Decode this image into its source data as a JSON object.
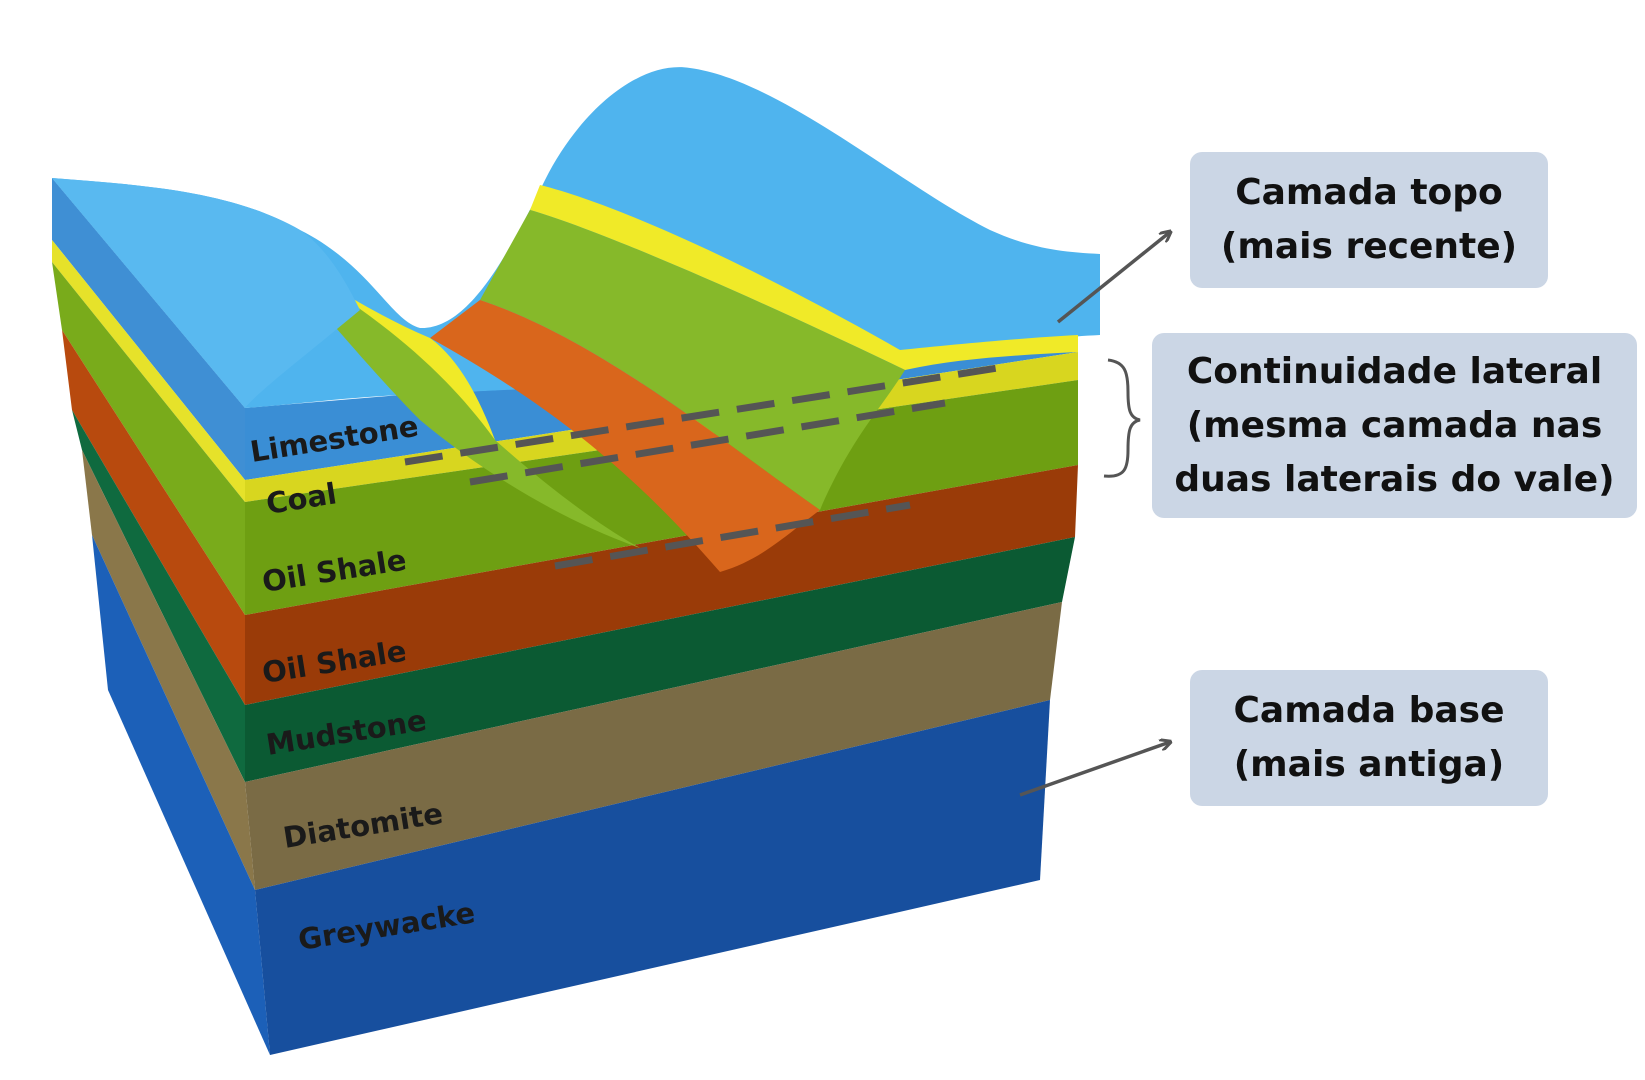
{
  "layers": [
    {
      "id": "limestone",
      "label": "Limestone",
      "color": "#4aa6e8"
    },
    {
      "id": "coal",
      "label": "Coal",
      "color": "#e6e22a"
    },
    {
      "id": "oil-shale-1",
      "label": "Oil Shale",
      "color": "#7aae1a"
    },
    {
      "id": "oil-shale-2",
      "label": "Oil Shale",
      "color": "#c2510f"
    },
    {
      "id": "mudstone",
      "label": "Mudstone",
      "color": "#0b6b40"
    },
    {
      "id": "diatomite",
      "label": "Diatomite",
      "color": "#8c7a4a"
    },
    {
      "id": "greywacke",
      "label": "Greywacke",
      "color": "#1a5db3"
    }
  ],
  "callouts": {
    "top": {
      "line1": "Camada topo",
      "line2": "(mais recente)"
    },
    "lateral": {
      "line1": "Continuidade lateral",
      "line2": "(mesma camada nas",
      "line3": "duas laterais do vale)"
    },
    "base": {
      "line1": "Camada base",
      "line2": "(mais antiga)"
    }
  },
  "colors": {
    "callout_bg": "#cbd6e5",
    "arrow": "#555555",
    "dash": "#555555"
  }
}
